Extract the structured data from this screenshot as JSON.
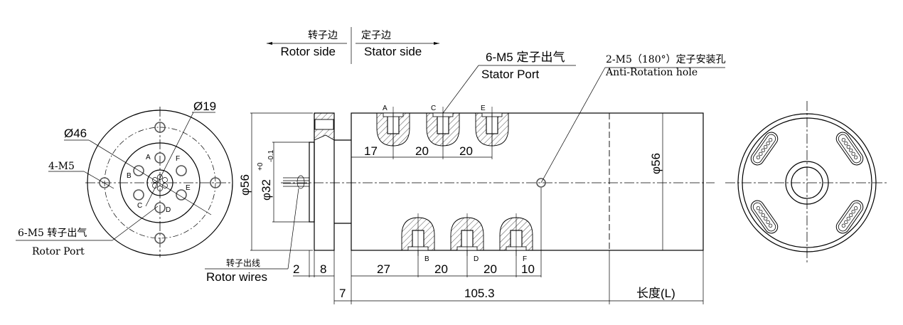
{
  "header": {
    "rotor_side_cn": "转子边",
    "rotor_side_en": "Rotor side",
    "stator_side_cn": "定子边",
    "stator_side_en": "Stator side"
  },
  "front_view": {
    "dia19": "Ø19",
    "dia46": "Ø46",
    "bolts": "4-M5",
    "rotor_port_cn": "6-M5 转子出气",
    "rotor_port_en": "Rotor Port",
    "port_letters": [
      "A",
      "B",
      "C",
      "D",
      "E",
      "F"
    ]
  },
  "side_view": {
    "dia56": "φ56",
    "dia32": "φ32",
    "tol_upper": "+0",
    "tol_lower": "-0.1",
    "rotor_wires_cn": "转子出线",
    "rotor_wires_en": "Rotor wires",
    "stator_port_cn": "6-M5 定子出气",
    "stator_port_en": "Stator Port",
    "anti_rot_cn": "2-M5（180°）定子安装孔",
    "anti_rot_en": "Anti-Rotation hole",
    "top_letters": [
      "A",
      "C",
      "E"
    ],
    "bottom_letters": [
      "B",
      "D",
      "F"
    ],
    "top_dims": [
      "17",
      "20",
      "20"
    ],
    "bottom_dims": [
      "2",
      "8",
      "27",
      "20",
      "20",
      "10"
    ],
    "dim_7": "7",
    "dim_total": "105.3",
    "dim_length": "长度(L)",
    "dia56_right": "φ56"
  }
}
